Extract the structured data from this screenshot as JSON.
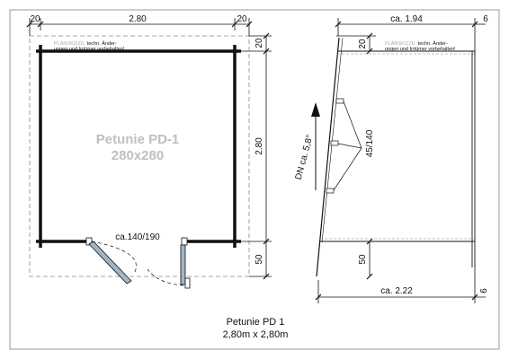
{
  "plan": {
    "dims": {
      "left_margin": "20",
      "width": "2.80",
      "right_margin": "20",
      "top_margin": "20",
      "depth": "2.80",
      "front_margin": "50"
    },
    "note_highlight": "PLANSKIZZE:",
    "note_line1_rest": " techn. Änder-",
    "note_line2": "ungen und Irrtümer vorbehalten!",
    "model_name": "Petunie PD-1",
    "model_size": "280x280",
    "door_label": "ca.140/190"
  },
  "side": {
    "dims": {
      "roof_length": "ca. 1.94",
      "overhang_top": "6",
      "top_margin": "20",
      "purlin": "45/140",
      "slope": "DN ca. 5,8°",
      "front_margin": "50",
      "floor_length": "ca. 2.22",
      "overhang_bottom": "6"
    },
    "note_highlight": "PLANSKIZZE:",
    "note_line1_rest": " techn. Änder-",
    "note_line2": "ungen und Irrtümer vorbehalten!"
  },
  "caption": {
    "line1": "Petunie PD 1",
    "line2": "2,80m x 2,80m"
  },
  "colors": {
    "wall": "#111111",
    "watermark": "#bfbfbf",
    "note_highlight": "#aaaaaa",
    "border": "#999999",
    "door_fill": "#9fb6c8"
  }
}
